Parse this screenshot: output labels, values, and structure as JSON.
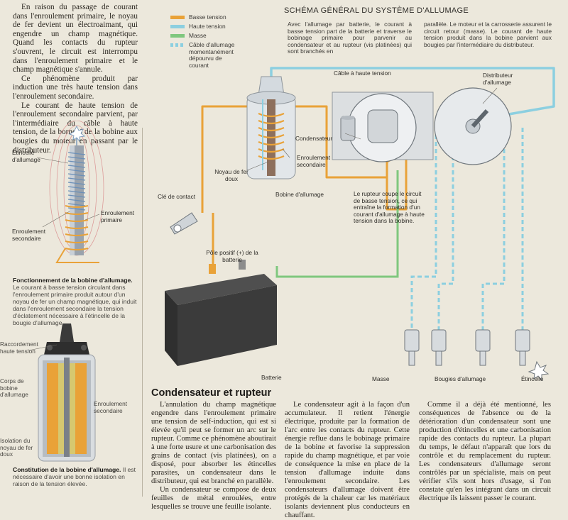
{
  "left_intro": [
    "En raison du passage de courant dans l'enroulement primaire, le noyau de fer devient un électroaimant, qui engendre un champ magnétique. Quand les contacts du rupteur s'ouvrent, le circuit est interrompu dans l'enroulement primaire et le champ magnétique s'annule.",
    "Ce phénomène produit par induction une très haute tension dans l'enroulement secondaire.",
    "Le courant de haute tension de l'enroulement secondaire parvient, par l'intermédiaire du câble à haute tension, de la borne 4 de la bobine aux bougies du moteur en passant par le distributeur."
  ],
  "coil_figure": {
    "labels": {
      "spark": "Étincelle d'allumage",
      "primary": "Enroulement primaire",
      "secondary": "Enroulement secondaire"
    },
    "caption_title": "Fonctionnement de la bobine d'allumage.",
    "caption_text": "Le courant à basse tension circulant dans l'enroulement primaire produit autour d'un noyau de fer un champ magnétique, qui induit dans l'enroulement secondaire la tension d'éclatement nécessaire à l'étincelle de la bougie d'allumage."
  },
  "coil_construction": {
    "labels": {
      "connection": "Raccordement haute tension",
      "body": "Corps de bobine d'allumage",
      "winding": "Enroulement secondaire",
      "insulation": "Isolation du noyau de fer doux"
    },
    "caption_title": "Constitution de la bobine d'allumage.",
    "caption_text": "Il est nécessaire d'avoir une bonne isolation en raison de la tension élevée."
  },
  "schema": {
    "title": "SCHÉMA GÉNÉRAL DU SYSTÈME D'ALLUMAGE",
    "intro_col1": "Avec l'allumage par batterie, le courant à basse tension part de la batterie et traverse le bobinage primaire pour parvenir au condensateur et au rupteur (vis platinées) qui sont branchés en",
    "intro_col2": "parallèle. Le moteur et la carrosserie assurent le circuit retour (masse). Le courant de haute tension produit dans la bobine parvient aux bougies par l'intermédiaire du distributeur.",
    "legend": [
      {
        "label": "Basse tension",
        "color": "#e9a238",
        "dashed": false
      },
      {
        "label": "Haute tension",
        "color": "#8ccfe0",
        "dashed": false
      },
      {
        "label": "Masse",
        "color": "#7fc77e",
        "dashed": false
      },
      {
        "label": "Câble d'allumage momentanément dépourvu de courant",
        "color": "#8ccfe0",
        "dashed": true
      }
    ],
    "labels": {
      "hv_cable": "Câble à haute tension",
      "distributor": "Distributeur d'allumage",
      "condenser": "Condensateur",
      "secondary": "Enroulement secondaire",
      "core": "Noyau de fer doux",
      "coil": "Bobine d'allumage",
      "key": "Clé de contact",
      "rupteur_note": "Le rupteur coupe le circuit de basse tension, ce qui entraîne la formation d'un courant d'allumage à haute tension dans la bobine.",
      "pos_pole": "Pôle positif (+) de la batterie",
      "battery": "Batterie",
      "ground": "Masse",
      "plugs": "Bougies d'allumage",
      "spark": "Étincelle"
    }
  },
  "section": {
    "heading": "Condensateur et rupteur",
    "col1": [
      "L'annulation du champ magnétique engendre dans l'enroulement primaire une tension de self-induction, qui est si élevée qu'il peut se former un arc sur le rupteur. Comme ce phénomène aboutirait à une forte usure et une carbonisation des grains de contact (vis platinées), on a disposé, pour absorber les étincelles parasites, un condensateur dans le distributeur, qui est branché en parallèle.",
      "Un condensateur se compose de deux feuilles de métal enroulées, entre lesquelles se trouve une feuille isolante."
    ],
    "col2": [
      "Le condensateur agit à la façon d'un accumulateur. Il retient l'énergie électrique, produite par la formation de l'arc entre les contacts du rupteur. Cette énergie reflue dans le bobinage primaire de la bobine et favorise la suppression rapide du champ magnétique, et par voie de conséquence la mise en place de la tension d'allumage induite dans l'enroulement secondaire. Les condensateurs d'allumage doivent être protégés de la chaleur car les matériaux isolants deviennent plus conducteurs en chauffant."
    ],
    "col3": [
      "Comme il a déjà été mentionné, les conséquences de l'absence ou de la détérioration d'un condensateur sont une production d'étincelles et une carbonisation rapide des contacts du rupteur. La plupart du temps, le défaut n'apparaît que lors du contrôle et du remplacement du rupteur. Les condensateurs d'allumage seront contrôlés par un spécialiste, mais on peut vérifier s'ils sont hors d'usage, si l'on constate qu'en les intégrant dans un circuit électrique ils laissent passer le courant."
    ]
  }
}
